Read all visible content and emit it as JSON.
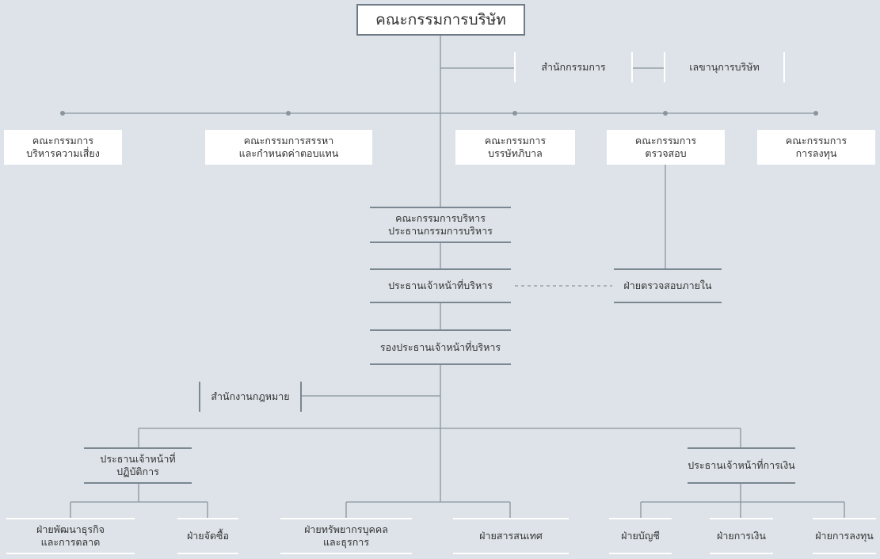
{
  "board": "คณะกรรมการบริษัท",
  "board_office": "สำนักกรรมการ",
  "company_secretary": "เลขานุการบริษัท",
  "committees": {
    "risk": "คณะกรรมการ\nบริหารความเสี่ยง",
    "nomination": "คณะกรรมการสรรหา\nและกำหนดค่าตอบแทน",
    "governance": "คณะกรรมการ\nบรรษัทภิบาล",
    "audit": "คณะกรรมการ\nตรวจสอบ",
    "investment": "คณะกรรมการ\nการลงทุน"
  },
  "executive_committee": "คณะกรรมการบริหาร\nประธานกรรมการบริหาร",
  "ceo": "ประธานเจ้าหน้าที่บริหาร",
  "internal_audit": "ฝ่ายตรวจสอบภายใน",
  "deputy_ceo": "รองประธานเจ้าหน้าที่บริหาร",
  "legal_office": "สำนักงานกฎหมาย",
  "coo": "ประธานเจ้าหน้าที่\nปฏิบัติการ",
  "cfo": "ประธานเจ้าหน้าที่การเงิน",
  "departments": {
    "business_development": "ฝ่ายพัฒนาธุรกิจ\nและการตลาด",
    "procurement": "ฝ่ายจัดซื้อ",
    "hr": "ฝ่ายทรัพยากรบุคคล\nและธุรการ",
    "it": "ฝ่ายสารสนเทศ",
    "accounting": "ฝ่ายบัญชี",
    "finance": "ฝ่ายการเงิน",
    "investment_dept": "ฝ่ายการลงทุน"
  },
  "colors": {
    "background": "#dde3e8",
    "line": "#7b8791",
    "box": "#ffffff"
  }
}
